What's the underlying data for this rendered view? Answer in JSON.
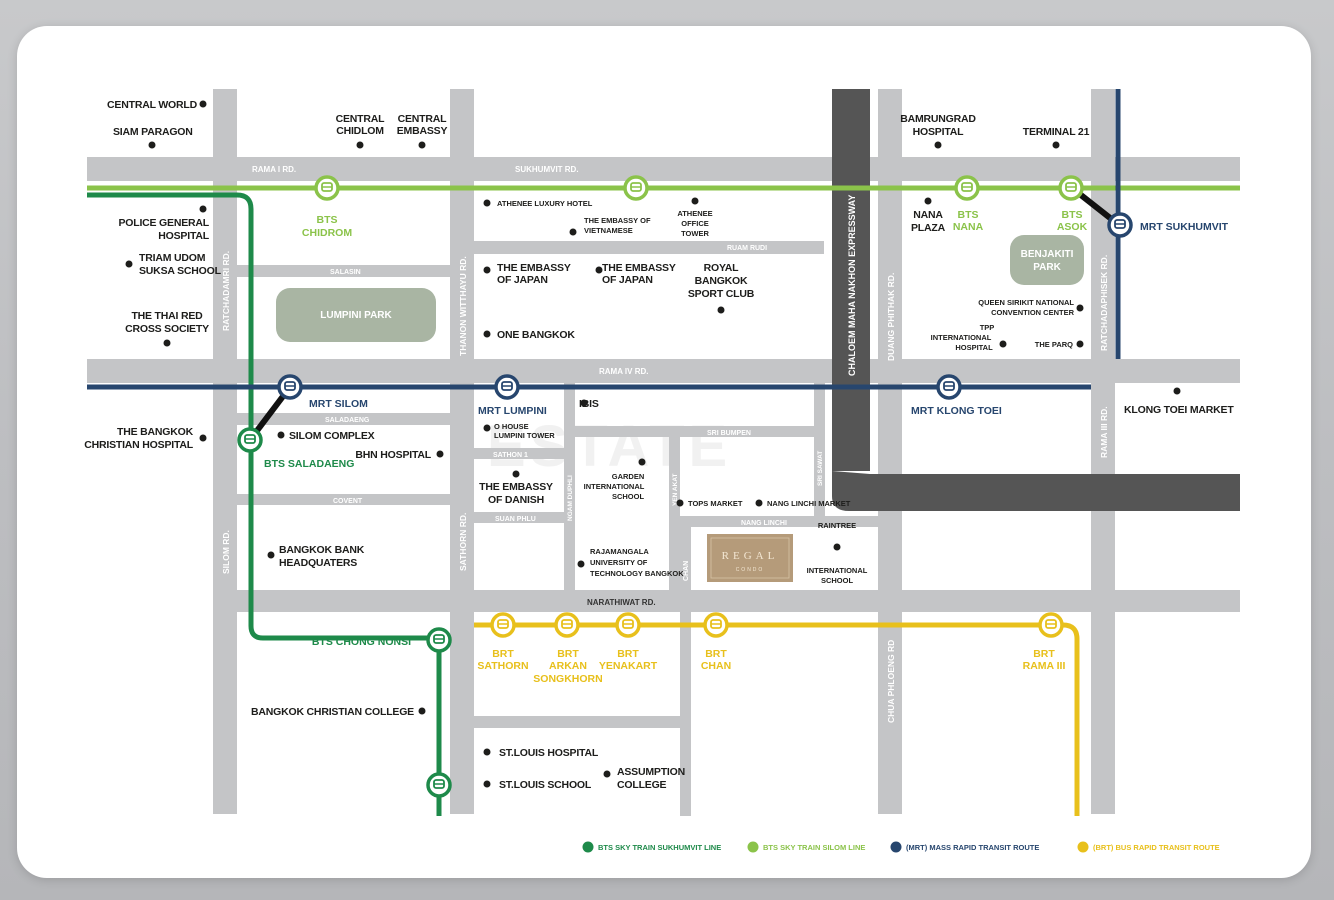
{
  "colors": {
    "road": "#c4c5c7",
    "bts_sukhumvit": "#1e8a4a",
    "bts_silom": "#8bc34a",
    "mrt": "#27466e",
    "brt": "#e8c01c",
    "expressway": "#555555",
    "park": "#a9b5a3"
  },
  "roads": {
    "rama1": "RAMA I RD.",
    "sukhumvit": "SUKHUMVIT RD.",
    "ruam_rudi": "RUAM RUDI",
    "sarasin": "SALASIN",
    "rama4": "RAMA IV RD.",
    "saladaeng": "SALADAENG",
    "sathorn1": "SATHON 1",
    "convent": "COVENT",
    "suan_phlu": "SUAN PHLU",
    "narathiwat": "NARATHIWAT RD.",
    "sri_bumpen": "SRI BUMPEN",
    "nang_linchi": "NANG LINCHI",
    "ratchadamri": "RATCHADAMRI RD.",
    "witthayu": "THANON WITTHAYU RD.",
    "expressway": "CHALOEM MAHA NAKHON EXPRESSWAY",
    "duang_phithak": "DUANG PHITHAK RD.",
    "ratchadaphisek": "RATCHADAPHISEK RD.",
    "rama3": "RAMA III RD.",
    "silom": "SILOM RD.",
    "sathorn": "SATHORN RD.",
    "ngam_duphli": "NGAM DUPHLI",
    "yen_akat": "YEN AKAT",
    "sri_sawat": "SRI SAWAT",
    "chan": "CHAN",
    "chua_phloeng": "CHUA PHLOENG RD"
  },
  "pois": {
    "central_world": "CENTRAL WORLD",
    "siam_paragon": "SIAM PARAGON",
    "central_chidlom_1": "CENTRAL",
    "central_chidlom_2": "CHIDLOM",
    "central_embassy_1": "CENTRAL",
    "central_embassy_2": "EMBASSY",
    "bamrungrad_1": "BAMRUNGRAD",
    "bamrungrad_2": "HOSPITAL",
    "terminal21": "TERMINAL 21",
    "police_1": "POLICE GENERAL",
    "police_2": "HOSPITAL",
    "triam_1": "TRIAM UDOM",
    "triam_2": "SUKSA SCHOOL",
    "thai_red_1": "THE THAI RED",
    "thai_red_2": "CROSS SOCIETY",
    "athenee_hotel": "ATHENEE LUXURY HOTEL",
    "vietnam_1": "THE EMBASSY OF",
    "vietnam_2": "VIETNAMESE",
    "athenee_tower_1": "ATHENEE",
    "athenee_tower_2": "OFFICE",
    "athenee_tower_3": "TOWER",
    "nana_1": "NANA",
    "nana_2": "PLAZA",
    "japan_a1": "THE EMBASSY",
    "japan_a2": "OF JAPAN",
    "japan_b1": "THE EMBASSY",
    "japan_b2": "OF JAPAN",
    "rbsc_1": "ROYAL",
    "rbsc_2": "BANGKOK",
    "rbsc_3": "SPORT CLUB",
    "one_bangkok": "ONE BANGKOK",
    "qsncc_1": "QUEEN SIRIKIT NATIONAL",
    "qsncc_2": "CONVENTION CENTER",
    "tpp_1": "TPP",
    "tpp_2": "INTERNATIONAL",
    "tpp_3": "HOSPITAL",
    "the_parq": "THE PARQ",
    "klong_toei_market": "KLONG TOEI MARKET",
    "bch_1": "THE BANGKOK",
    "bch_2": "CHRISTIAN HOSPITAL",
    "silom_complex": "SILOM COMPLEX",
    "bnh": "BHN HOSPITAL",
    "ibis": "IBIS",
    "ohouse_1": "O HOUSE",
    "ohouse_2": "LUMPINI TOWER",
    "danish_1": "THE EMBASSY",
    "danish_2": "OF DANISH",
    "garden_1": "GARDEN",
    "garden_2": "INTERNATIONAL",
    "garden_3": "SCHOOL",
    "tops": "TOPS MARKET",
    "nang_linchi_market": "NANG LINCHI MARKET",
    "bbl_1": "BANGKOK BANK",
    "bbl_2": "HEADQUATERS",
    "rmutk_1": "RAJAMANGALA",
    "rmutk_2": "UNIVERSITY OF",
    "rmutk_3": "TECHNOLOGY BANGKOK",
    "regal_1": "REGAL",
    "regal_2": "CONDO",
    "ris_1": "RAINTREE",
    "ris_2": "INTERNATIONAL",
    "ris_3": "SCHOOL",
    "bcc": "BANGKOK CHRISTIAN COLLEGE",
    "st_louis_hosp": "ST.LOUIS HOSPITAL",
    "st_louis_school": "ST.LOUIS SCHOOL",
    "assumption_1": "ASSUMPTION",
    "assumption_2": "COLLEGE",
    "lumpini_park": "LUMPINI PARK",
    "benjakiti_1": "BENJAKITI",
    "benjakiti_2": "PARK"
  },
  "stations": {
    "chidlom_1": "BTS",
    "chidlom_2": "CHIDROM",
    "nana_1": "BTS",
    "nana_2": "NANA",
    "asok_1": "BTS",
    "asok_2": "ASOK",
    "mrt_sukhumvit": "MRT SUKHUMVIT",
    "mrt_silom": "MRT SILOM",
    "mrt_lumpini": "MRT LUMPINI",
    "mrt_klong_toei": "MRT KLONG TOEI",
    "bts_saladaeng": "BTS SALADAENG",
    "bts_chong_nonsi": "BTS CHONG NONSI",
    "brt_sathorn_1": "BRT",
    "brt_sathorn_2": "SATHORN",
    "brt_arkan_1": "BRT",
    "brt_arkan_2": "ARKAN",
    "brt_arkan_3": "SONGKHORN",
    "brt_yenakart_1": "BRT",
    "brt_yenakart_2": "YENAKART",
    "brt_chan_1": "BRT",
    "brt_chan_2": "CHAN",
    "brt_rama3_1": "BRT",
    "brt_rama3_2": "RAMA III"
  },
  "legend": {
    "bts_sukhumvit": "BTS SKY TRAIN SUKHUMVIT LINE",
    "bts_silom": "BTS SKY TRAIN SILOM LINE",
    "mrt": "(MRT) MASS RAPID TRANSIT ROUTE",
    "brt": "(BRT) BUS RAPID TRANSIT ROUTE"
  },
  "watermark": "ESTATE"
}
